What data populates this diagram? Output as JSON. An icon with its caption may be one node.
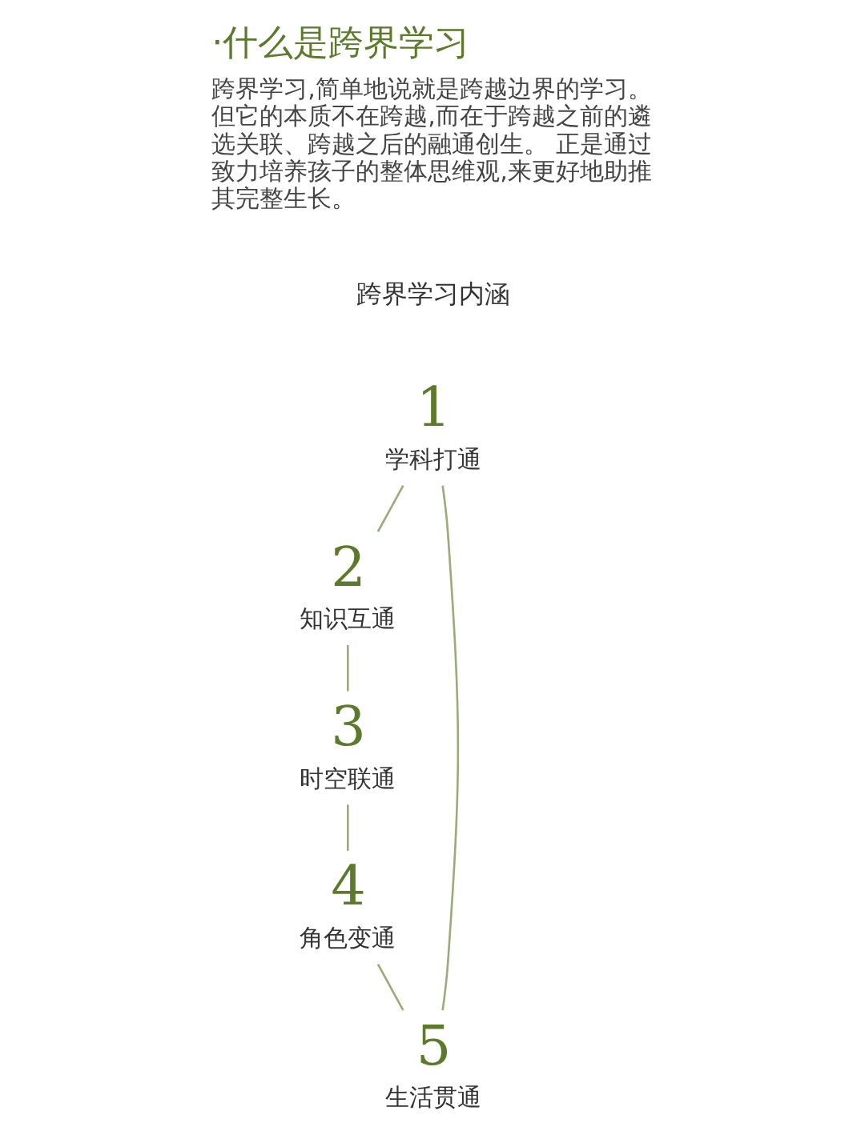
{
  "diagram": {
    "title": "·什么是跨界学习",
    "nodes": [
      {
        "text": [
          "1",
          "学科打通"
        ]
      },
      {
        "text": [
          "2",
          "知识互通"
        ]
      },
      {
        "text": [
          "3",
          "时空联通"
        ]
      },
      {
        "text": [
          "4",
          "角色变通"
        ]
      },
      {
        "text": [
          "5",
          "生活贯通"
        ]
      }
    ],
    "edges": [
      {
        "from": 0,
        "to": 1,
        "arrow": "none"
      },
      {
        "from": 1,
        "to": 2,
        "arrow": "none"
      },
      {
        "from": 2,
        "to": 3,
        "arrow": "none"
      },
      {
        "from": 3,
        "to": 4,
        "arrow": "none"
      },
      {
        "from": 4,
        "to": 0,
        "arrow": "none"
      }
    ],
    "labels": [
      "跨界学习,简单地说就是跨越边界的学习。但它的本质不在跨越,而在于跨越之前的遴选关联、跨越之后的融通创生。 正是通过致力培养孩子的整体思维观,来更好地助推其完整生长。",
      "跨界学习内涵"
    ]
  }
}
